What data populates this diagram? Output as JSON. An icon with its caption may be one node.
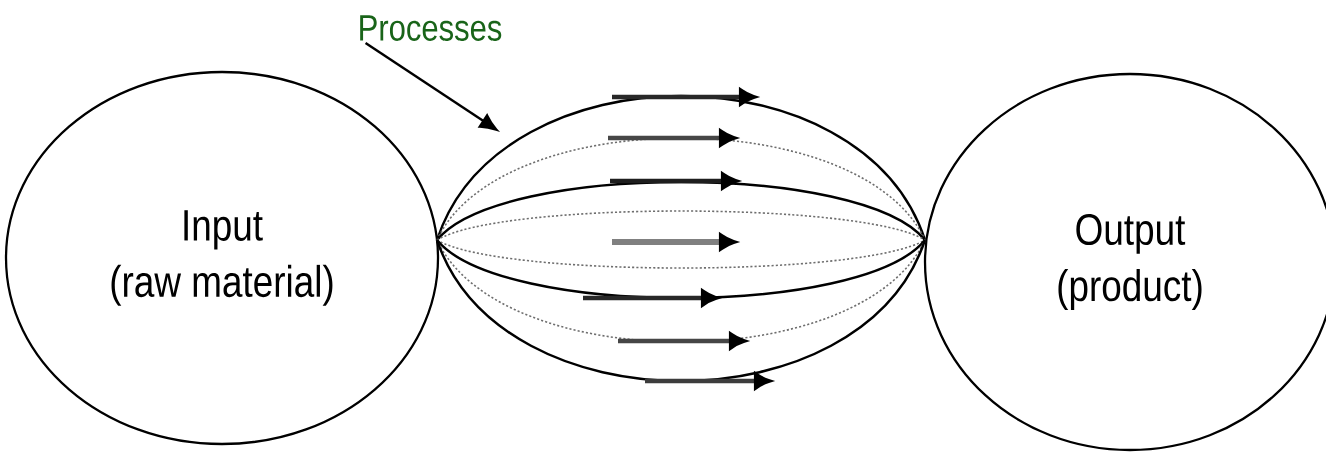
{
  "diagram": {
    "nodes": [
      {
        "text": [
          "Input",
          "(raw material)"
        ]
      },
      {
        "text": [
          "Output",
          "(product)"
        ]
      },
      {
        "text": [
          "Processes"
        ]
      }
    ],
    "edges": [
      {
        "from": 0,
        "to": 1,
        "arrow": "none"
      },
      {
        "from": 0,
        "to": 1,
        "arrow": "none",
        "style": "dashed",
        "color": "#6e6e6e"
      },
      {
        "from": 0,
        "to": 1,
        "arrow": "none"
      },
      {
        "from": 0,
        "to": 1,
        "arrow": "none",
        "style": "dashed",
        "color": "#6e6e6e"
      },
      {
        "from": 0,
        "to": 1,
        "arrow": "none",
        "style": "dashed",
        "color": "#6e6e6e"
      },
      {
        "from": 0,
        "to": 1,
        "arrow": "none"
      },
      {
        "from": 0,
        "to": 1,
        "arrow": "none",
        "style": "dashed",
        "color": "#6e6e6e"
      },
      {
        "from": 0,
        "to": 1,
        "arrow": "none"
      },
      {
        "from": 2,
        "to": null,
        "arrow": "to"
      }
    ]
  }
}
